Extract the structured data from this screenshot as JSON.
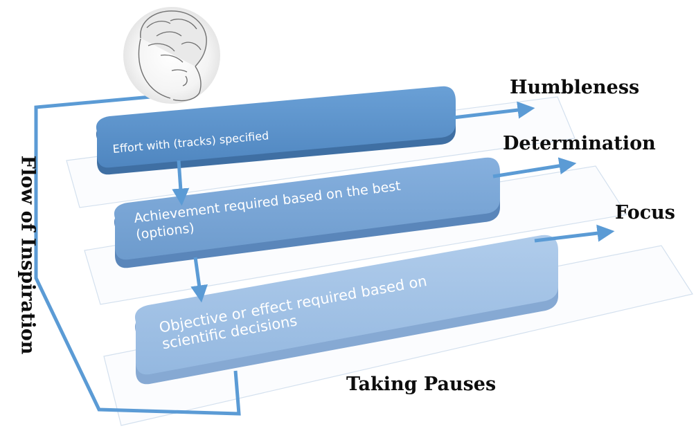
{
  "diagram": {
    "side_title": "Flow of Inspiration",
    "boxes": [
      {
        "text": "Effort with (tracks) specified"
      },
      {
        "text": "Achievement required based on the best\n(options)"
      },
      {
        "text": "Objective or effect required based on\nscientific decisions"
      }
    ],
    "outcomes": [
      {
        "label": "Humbleness"
      },
      {
        "label": "Determination"
      },
      {
        "label": "Focus"
      },
      {
        "label": "Taking Pauses"
      }
    ],
    "colors": {
      "flow_line": "#5b9bd5",
      "box_1": "#5a8fc6",
      "box_2": "#7aa6d6",
      "box_3": "#a3c2e6",
      "plane_edge": "#c9d9ea"
    },
    "icons": {
      "head": "brain-head-icon"
    }
  }
}
